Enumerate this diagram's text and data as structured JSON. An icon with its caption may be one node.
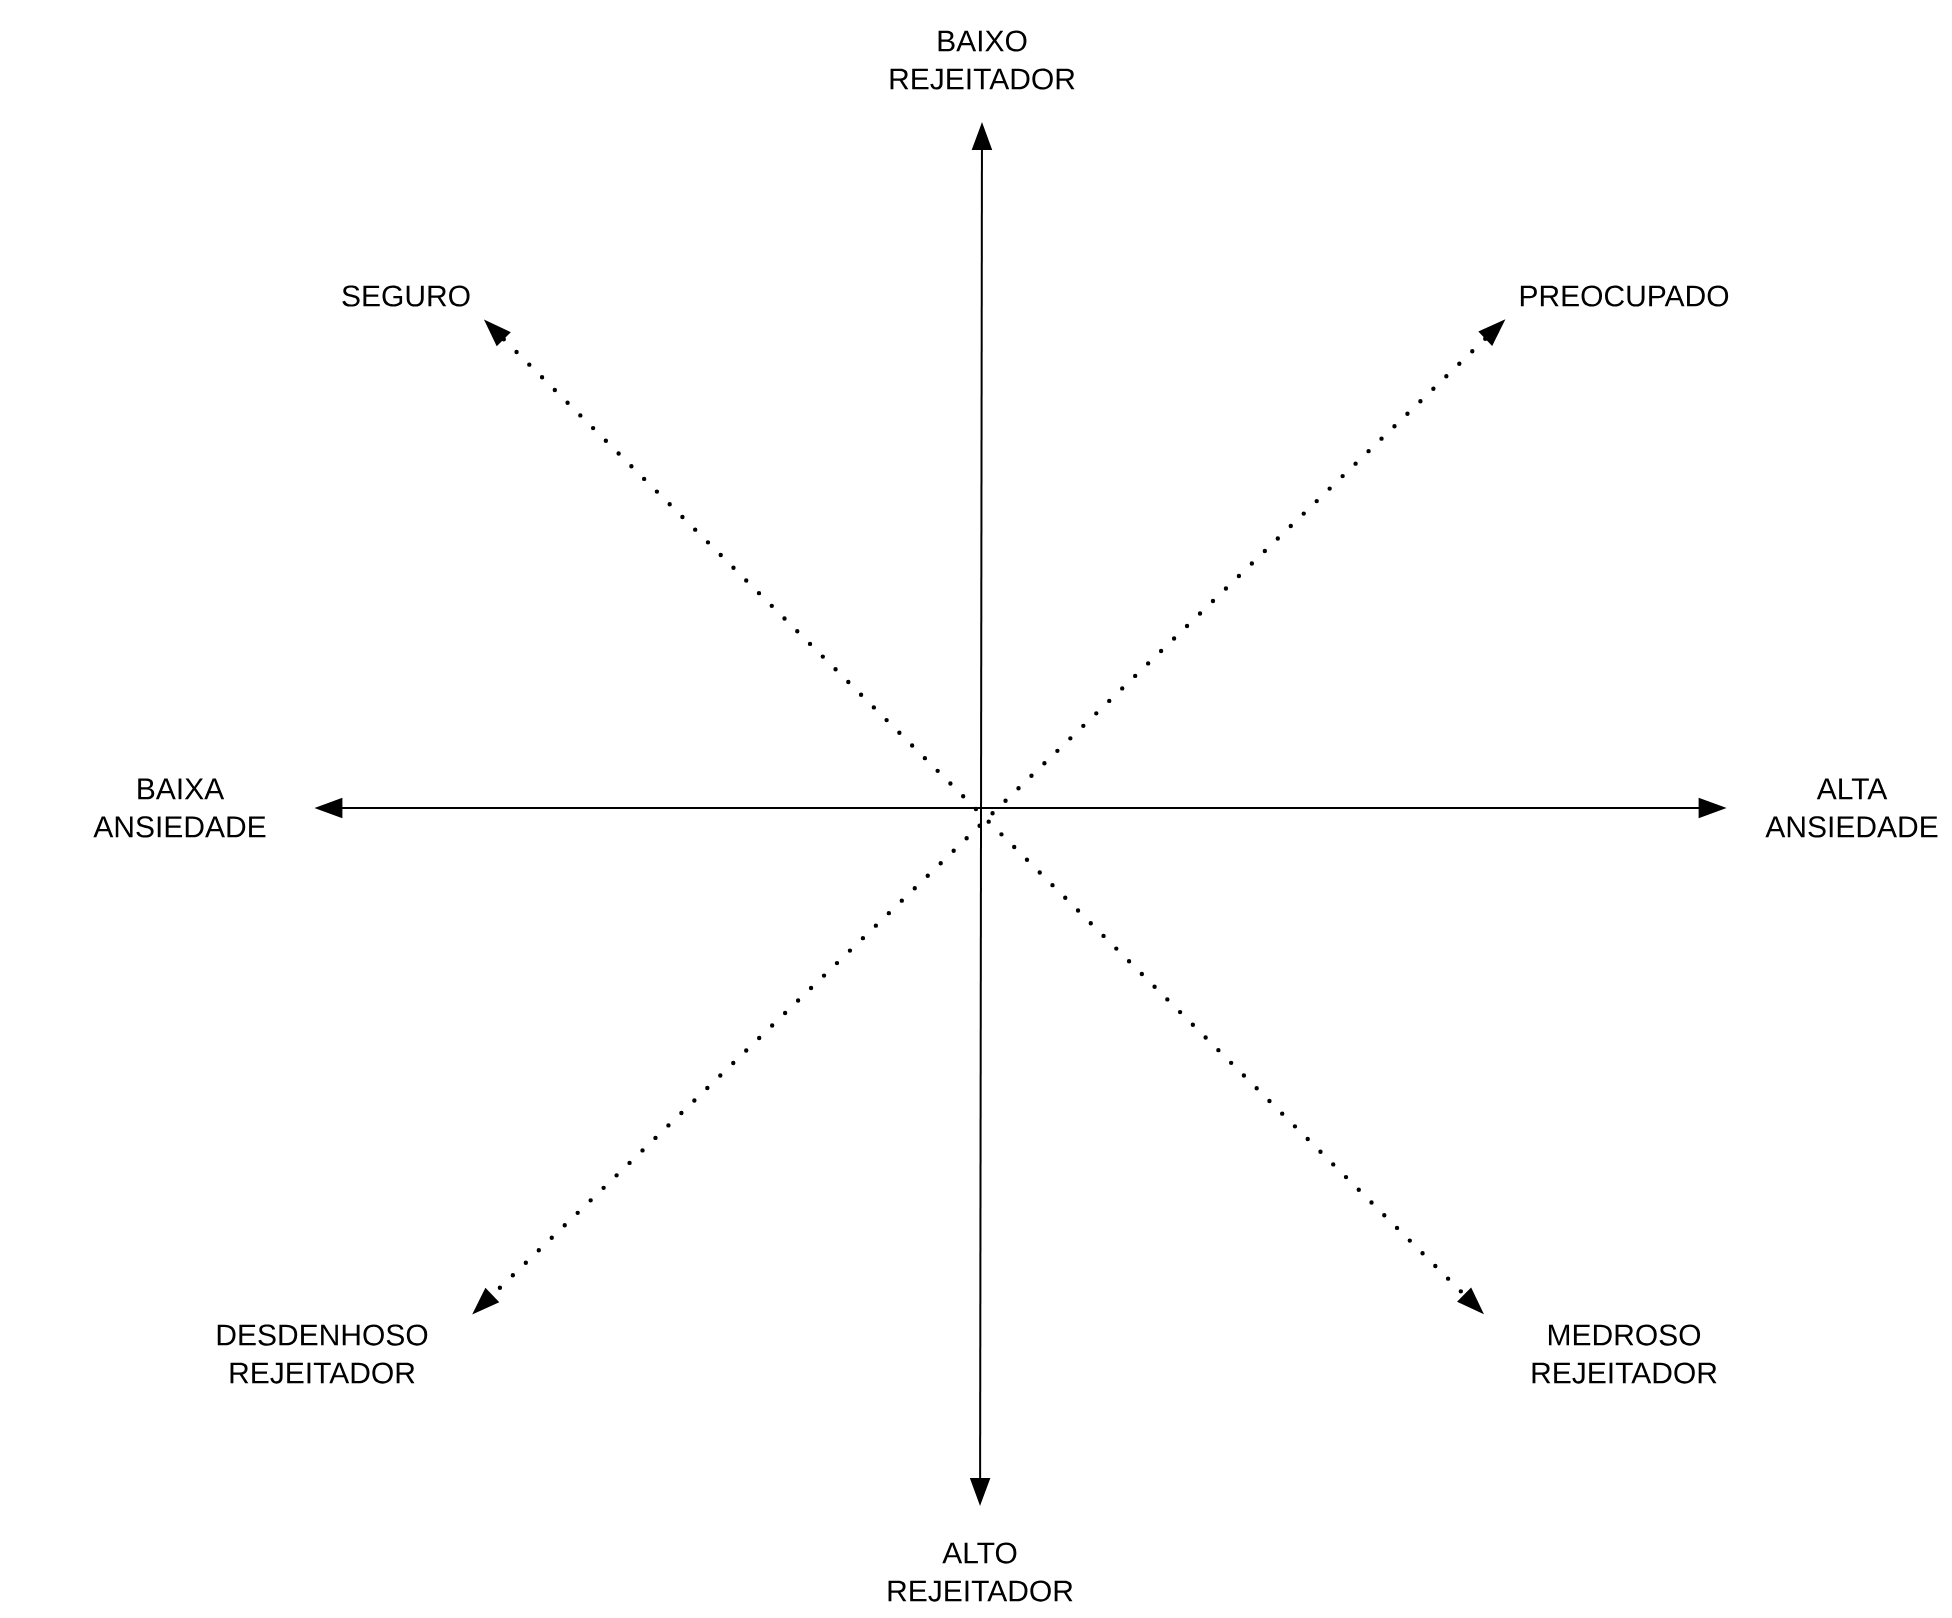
{
  "diagram": {
    "nodes": [
      {
        "text": [
          "BAIXO REJEITADOR"
        ]
      },
      {
        "text": [
          "SEGURO"
        ]
      },
      {
        "text": [
          "PREOCUPADO"
        ]
      },
      {
        "text": [
          "BAIXA ANSIEDADE"
        ]
      },
      {
        "text": [
          "ALTA ANSIEDADE"
        ]
      },
      {
        "text": [
          "DESDENHOSO REJEITADOR"
        ]
      },
      {
        "text": [
          "MEDROSO REJEITADOR"
        ]
      },
      {
        "text": [
          "ALTO REJEITADOR"
        ]
      }
    ],
    "edges": [
      {
        "from": 0,
        "to": 7,
        "arrow": "both"
      },
      {
        "from": 3,
        "to": 4,
        "arrow": "both"
      },
      {
        "from": 1,
        "to": 6,
        "arrow": "both",
        "style": "dashed"
      },
      {
        "from": 2,
        "to": 5,
        "arrow": "both",
        "style": "dashed"
      }
    ]
  }
}
